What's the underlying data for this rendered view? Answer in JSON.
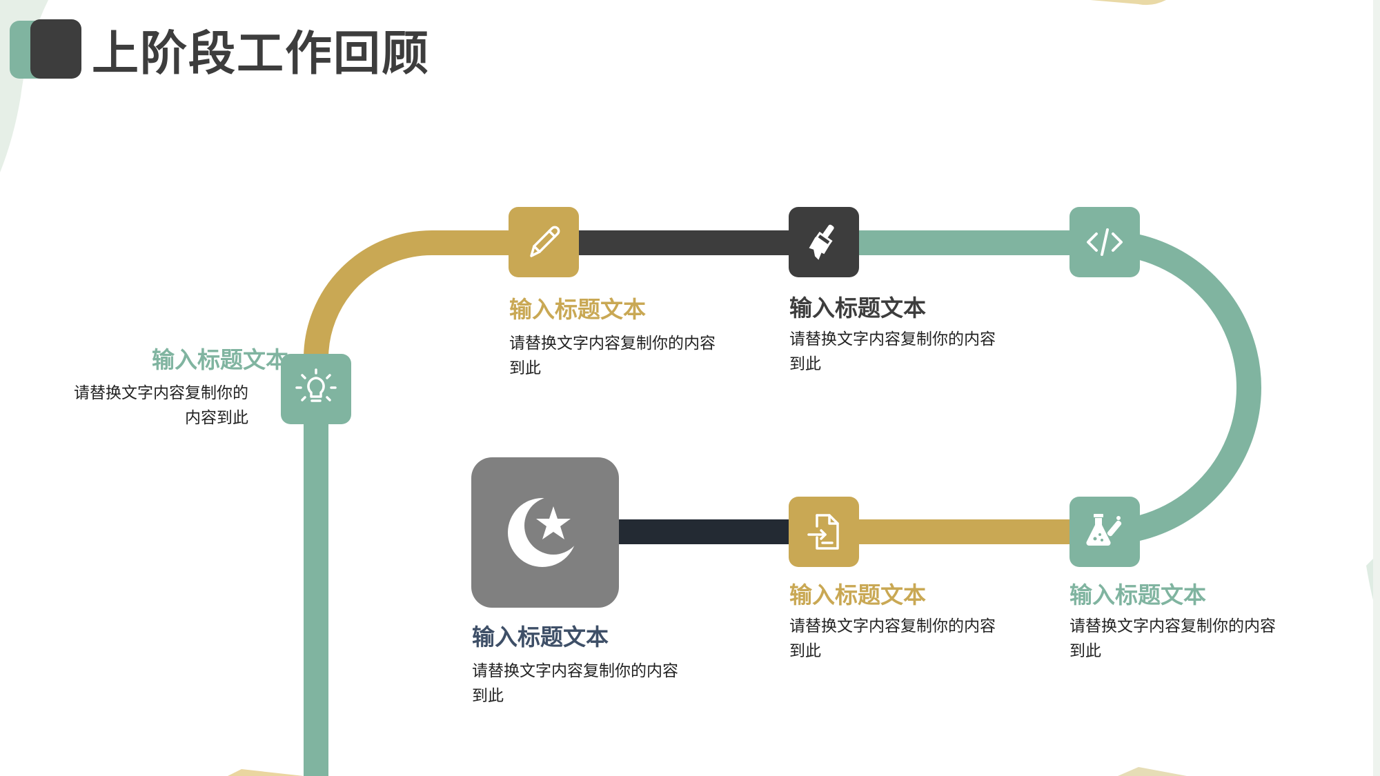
{
  "page_title": "上阶段工作回顾",
  "colors": {
    "teal": "#80b4a0",
    "gold": "#c9a854",
    "dark": "#3d3d3d",
    "navy": "#232a33",
    "gray": "#808080",
    "slate": "#3e4f67"
  },
  "stops": [
    {
      "icon": "lightbulb-icon",
      "title": "输入标题文本",
      "desc_line1": "请替换文字内容复制你的",
      "desc_line2": "内容到此",
      "color": "#80b4a0"
    },
    {
      "icon": "pencil-icon",
      "title": "输入标题文本",
      "desc_line1": "请替换文字内容复制你的内容",
      "desc_line2": "到此",
      "color": "#c9a854"
    },
    {
      "icon": "paint-brush-icon",
      "title": "输入标题文本",
      "desc_line1": "请替换文字内容复制你的内容",
      "desc_line2": "到此",
      "color": "#3d3d3d"
    },
    {
      "icon": "code-icon",
      "title": "",
      "desc_line1": "",
      "desc_line2": "",
      "color": "#80b4a0"
    },
    {
      "icon": "flask-icon",
      "title": "输入标题文本",
      "desc_line1": "请替换文字内容复制你的内容",
      "desc_line2": "到此",
      "color": "#80b4a0"
    },
    {
      "icon": "file-import-icon",
      "title": "输入标题文本",
      "desc_line1": "请替换文字内容复制你的内容",
      "desc_line2": "到此",
      "color": "#c9a854"
    },
    {
      "icon": "star-crescent-icon",
      "title": "输入标题文本",
      "desc_line1": "请替换文字内容复制你的内容",
      "desc_line2": "到此",
      "color": "#3e4f67"
    }
  ]
}
